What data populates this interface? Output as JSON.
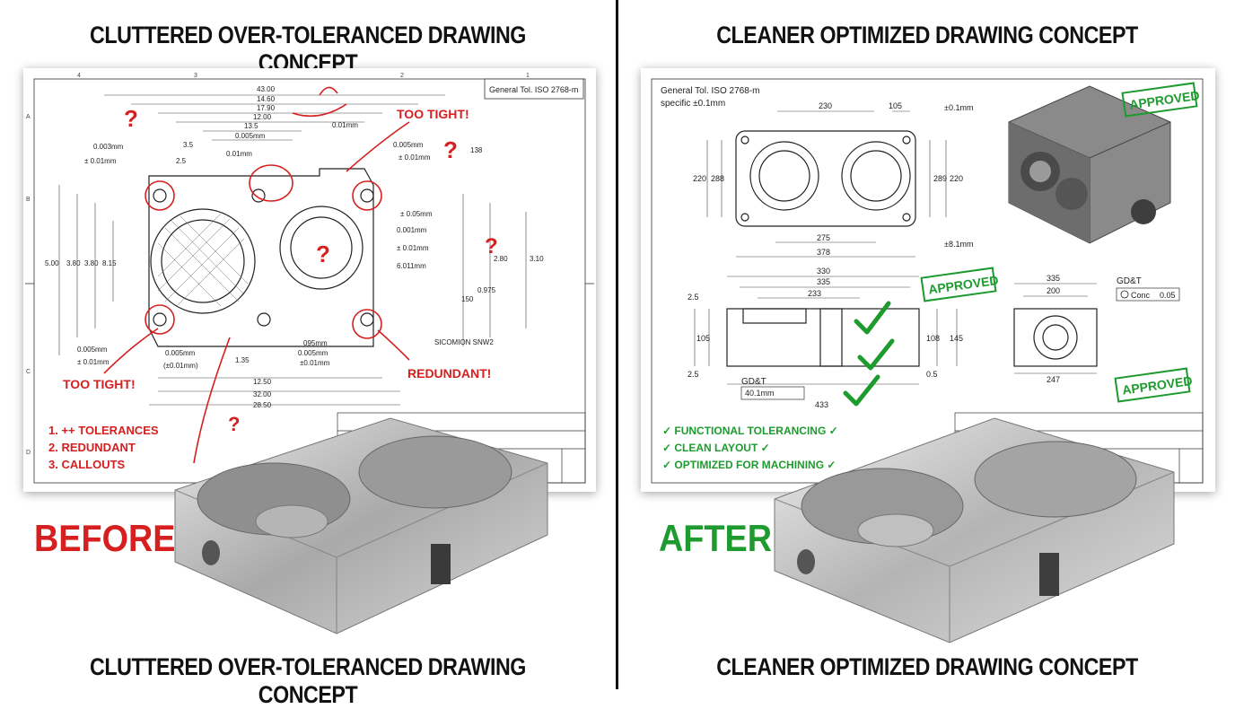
{
  "left": {
    "title_top": "CLUTTERED OVER-TOLERANCED DRAWING CONCEPT",
    "title_bottom": "CLUTTERED OVER-TOLERANCED DRAWING CONCEPT",
    "tag": "BEFORE",
    "general_tol": "General Tol. ISO 2768-m",
    "dims": [
      "43.00",
      "14.60",
      "17.90",
      "12.00",
      "13.5",
      "0.005mm",
      "0.01mm",
      "0.003mm",
      "± 0.01mm",
      "3.5",
      "2.5",
      "0.01mm",
      "0.005mm",
      "± 0.01mm",
      "138",
      "± 0.05mm",
      "0.001mm",
      "± 0.01mm",
      "6.011mm",
      "150",
      "0.975",
      "0.005mm",
      "± 0.01mm",
      "0.005mm",
      "(±0.01mm)",
      "1.35",
      "095mm",
      "0.005mm",
      "±0.01mm",
      "12.50",
      "32.00",
      "28.50",
      "5.00",
      "3.80",
      "3.80",
      "8.15",
      "2.80",
      "3.10",
      "SICOMION SNW2"
    ],
    "annotations": [
      "TOO TIGHT!",
      "TOO TIGHT!",
      "REDUNDANT!"
    ],
    "list": [
      "1. ++ TOLERANCES",
      "2. REDUNDANT",
      "3. CALLOUTS"
    ],
    "border_marks": [
      "4",
      "3",
      "2",
      "1",
      "A",
      "B",
      "C",
      "D"
    ]
  },
  "right": {
    "title_top": "CLEANER OPTIMIZED DRAWING CONCEPT",
    "title_bottom": "CLEANER OPTIMIZED DRAWING CONCEPT",
    "tag": "AFTER",
    "general_tol": "General Tol. ISO 2768-m",
    "specific_tol": "specific ±0.1mm",
    "dims": [
      "230",
      "105",
      "±0.1mm",
      "220",
      "288",
      "289",
      "220",
      "275",
      "378",
      "±8.1mm",
      "330",
      "335",
      "233",
      "2.5",
      "105",
      "108",
      "145",
      "2.5",
      "0.5",
      "433",
      "335",
      "200",
      "247",
      "40.1mm"
    ],
    "gdt_labels": [
      "GD&T",
      "GD&T"
    ],
    "conc": "Conc",
    "conc_val": "0.05",
    "stamps": [
      "APPROVED",
      "APPROVED",
      "APPROVED"
    ],
    "checks": [
      "✓ FUNCTIONAL TOLERANCING ✓",
      "✓ CLEAN LAYOUT ✓",
      "✓ OPTIMIZED FOR MACHINING ✓"
    ]
  },
  "colors": {
    "red": "#d61f1f",
    "green": "#1e9b2e",
    "ink": "#222222"
  }
}
